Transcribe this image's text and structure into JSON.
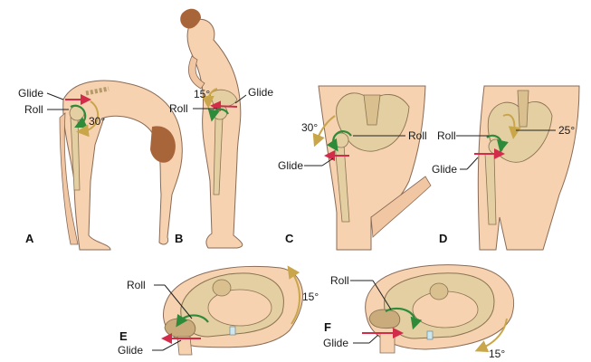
{
  "colors": {
    "skin": "#f6d2b0",
    "skin_outline": "#8a6a55",
    "bone": "#e4cfa3",
    "bone_outline": "#8a7352",
    "hair": "#a8653a",
    "roll_arrow": "#2e8b3a",
    "glide_arrow": "#d22c4a",
    "angle_arrow": "#c9a64a",
    "pelvis_inner": "#f3e6cf"
  },
  "panels": {
    "A": {
      "letter": "A",
      "glide": "Glide",
      "roll": "Roll",
      "angle": "30°"
    },
    "B": {
      "letter": "B",
      "glide": "Glide",
      "roll": "Roll",
      "angle": "15°"
    },
    "C": {
      "letter": "C",
      "glide": "Glide",
      "roll": "Roll",
      "angle": "30°"
    },
    "D": {
      "letter": "D",
      "glide": "Glide",
      "roll": "Roll",
      "angle": "25°"
    },
    "E": {
      "letter": "E",
      "glide": "Glide",
      "roll": "Roll",
      "angle": "15°"
    },
    "F": {
      "letter": "F",
      "glide": "Glide",
      "roll": "Roll",
      "angle": "15°"
    }
  }
}
